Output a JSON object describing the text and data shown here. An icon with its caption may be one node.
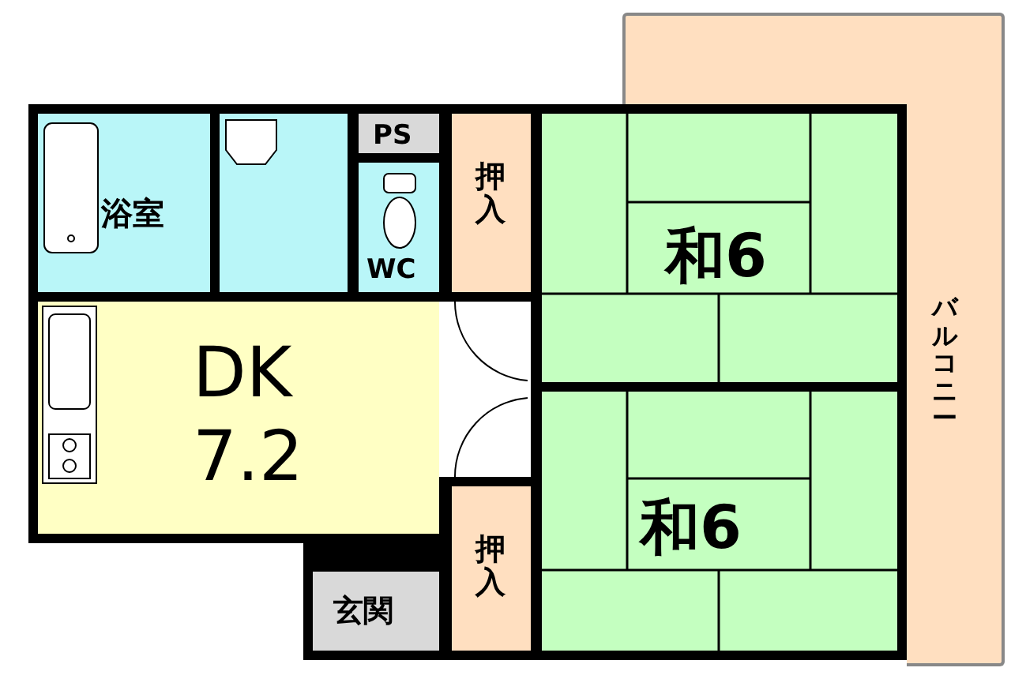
{
  "diagram": {
    "nodes": [
      {
        "text": [
          "浴室"
        ]
      },
      {
        "text": [],
        "shape": "box"
      },
      {
        "text": [
          "PS"
        ]
      },
      {
        "text": [
          "WC"
        ]
      },
      {
        "text": [
          "押入"
        ]
      },
      {
        "text": [
          "和6"
        ]
      },
      {
        "text": [
          "DK 7.2"
        ]
      },
      {
        "text": [
          "和6"
        ]
      },
      {
        "text": [
          "押入"
        ]
      },
      {
        "text": [
          "玄関"
        ]
      },
      {
        "text": [
          "バルコニー"
        ]
      },
      {
        "text": [],
        "shape": "bar"
      }
    ]
  }
}
